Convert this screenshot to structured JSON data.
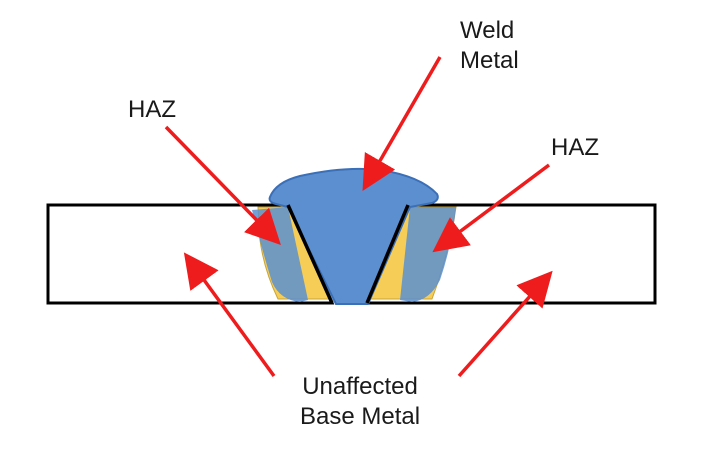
{
  "labels": {
    "weld_metal": [
      "Weld",
      "Metal"
    ],
    "haz_left": "HAZ",
    "haz_right": "HAZ",
    "base_metal": [
      "Unaffected",
      "Base Metal"
    ]
  },
  "colors": {
    "weld": "#5b8fd0",
    "weld_dark": "#3b6fb8",
    "haz": "#f5cd57",
    "outline": "#000000",
    "arrow": "#ee1c1c",
    "text": "#1a1a1a"
  }
}
